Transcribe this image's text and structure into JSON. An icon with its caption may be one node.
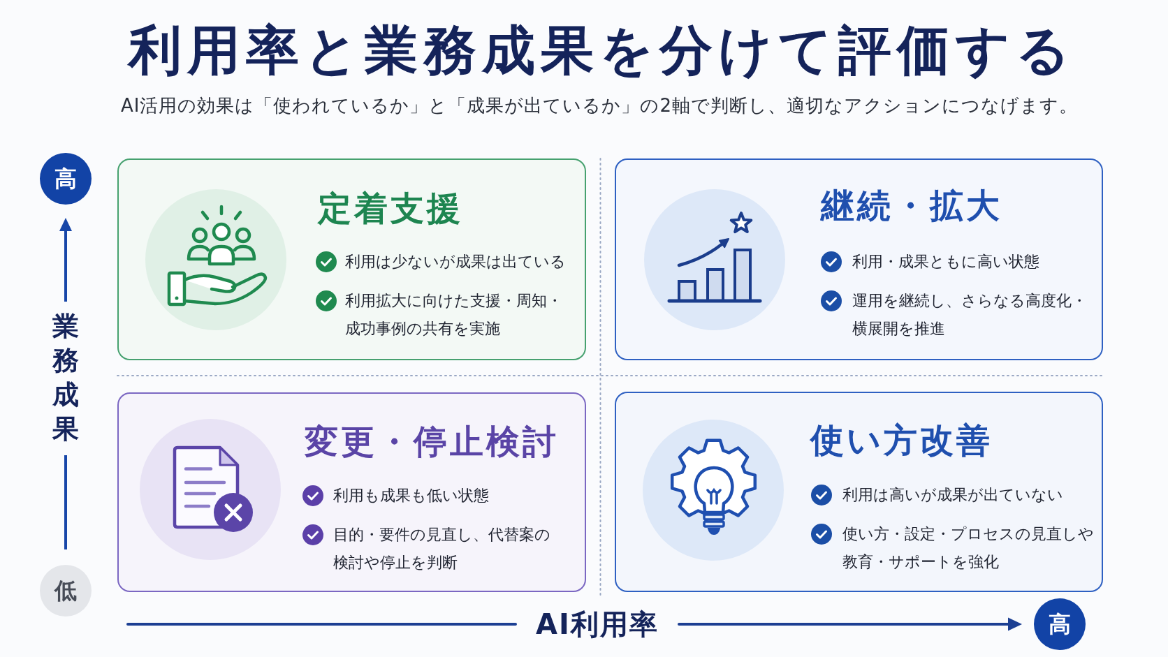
{
  "diagram": {
    "title": "利用率と業務成果を分けて評価する",
    "nodes": [
      {
        "text": [
          "高"
        ]
      },
      {
        "text": [
          "定着支援",
          "利用は少ないが成果は出ている",
          "利用拡大に向けた支援・周知・成功事例の共有を実施"
        ]
      },
      {
        "text": [
          "継続・拡大",
          "利用・成果ともに高い状態",
          "運用を継続し、さらなる高度化・横展開を推進"
        ]
      },
      {
        "text": [
          "変更・停止検討",
          "利用も成果も低い状態",
          "目的・要件の見直し、代替案の検討や停止を判断"
        ]
      },
      {
        "text": [
          "使い方改善",
          "利用は高いが成果が出ていない",
          "使い方・設定・プロセスの見直しや教育・サポートを強化"
        ]
      },
      {
        "text": [
          "低"
        ]
      },
      {
        "text": [
          "高"
        ]
      }
    ],
    "labels": [
      "AI活用の効果は「使われているか」と「成果が出ているか」の2軸で判断し、適切なアクションにつなげます。",
      "業務成果",
      "AI利用率"
    ]
  }
}
